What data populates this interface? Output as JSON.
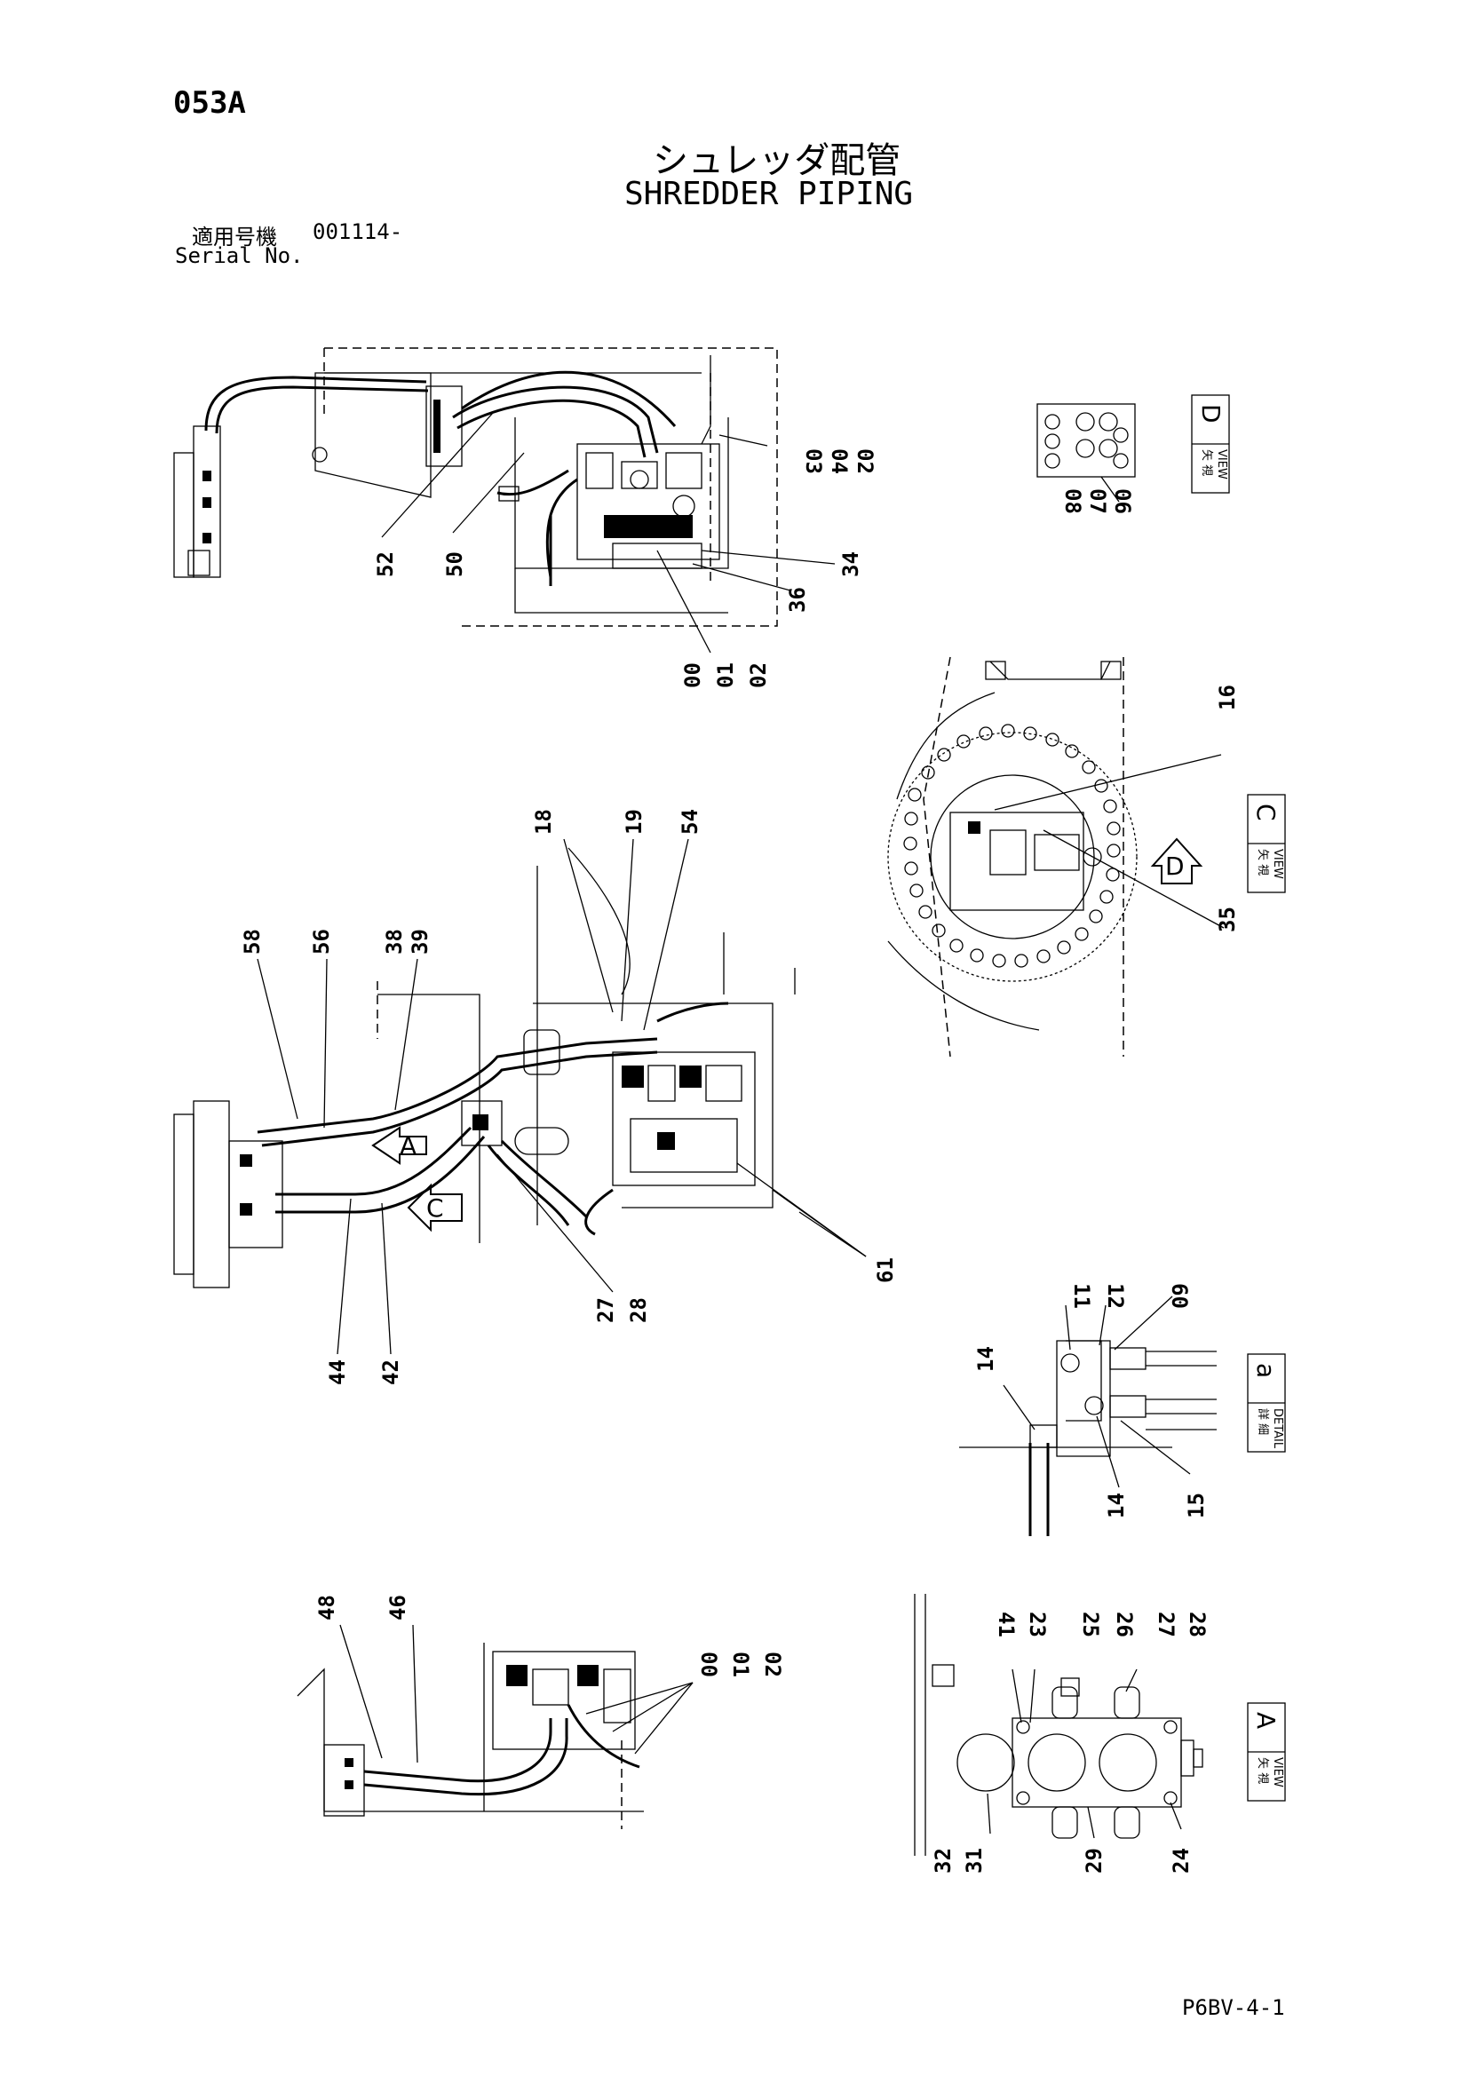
{
  "header": {
    "code": "053A",
    "title_jp": "シュレッダ配管",
    "title_en": "SHREDDER PIPING"
  },
  "serial": {
    "label_jp": "適用号機",
    "value": "001114-",
    "label_en": "Serial No."
  },
  "footer": {
    "code": "P6BV-4-1"
  },
  "views": {
    "view_d": {
      "label_jp": "矢 視",
      "label_en": "VIEW",
      "letter": "D"
    },
    "view_c": {
      "label_jp": "矢 視",
      "label_en": "VIEW",
      "letter": "C"
    },
    "detail_a": {
      "label_jp": "詳 細",
      "label_en": "DETAIL",
      "letter": "a"
    },
    "view_a": {
      "label_jp": "矢 視",
      "label_en": "VIEW",
      "letter": "A"
    },
    "arrow_a": "A",
    "arrow_c": "C",
    "arrow_d": "D"
  },
  "callouts": {
    "top": [
      "03",
      "04",
      "02",
      "52",
      "50",
      "34",
      "36",
      "00",
      "01",
      "02"
    ],
    "view_d": [
      "08",
      "07",
      "06"
    ],
    "middle": [
      "58",
      "56",
      "38",
      "39",
      "18",
      "19",
      "54",
      "27",
      "28",
      "44",
      "42",
      "61"
    ],
    "view_c": [
      "16",
      "35"
    ],
    "detail_a": [
      "11",
      "12",
      "60",
      "14",
      "14",
      "15"
    ],
    "bottom": [
      "48",
      "46",
      "00",
      "01",
      "02"
    ],
    "view_a": [
      "41",
      "23",
      "25",
      "26",
      "27",
      "28",
      "32",
      "31",
      "29",
      "24"
    ]
  }
}
